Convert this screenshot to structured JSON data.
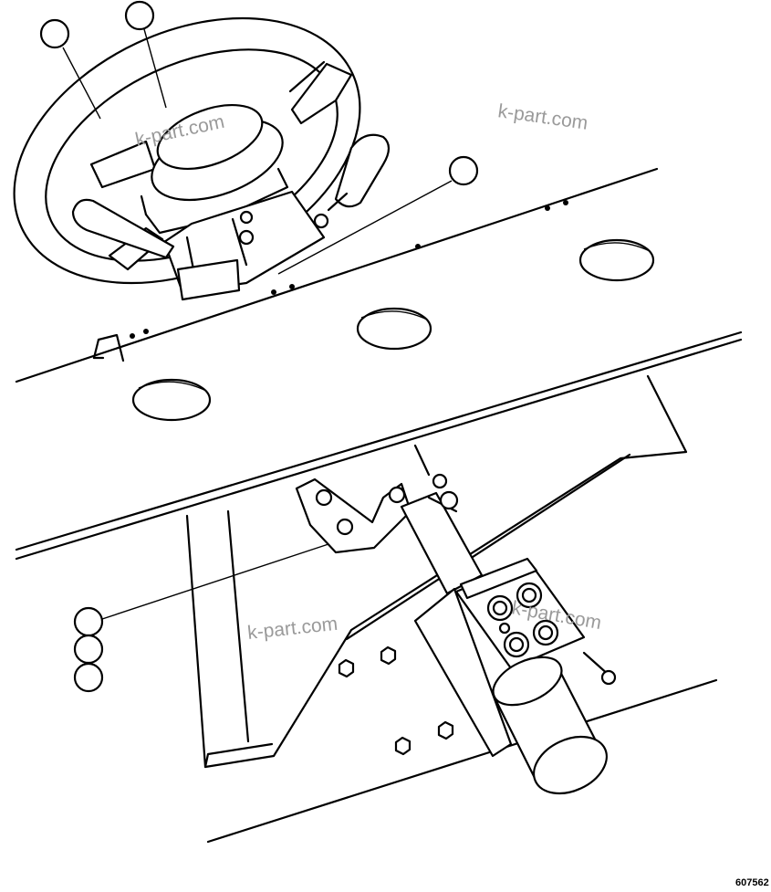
{
  "drawing": {
    "figure_code": "607562",
    "watermarks": [
      "k-part.com",
      "k-part.com",
      "k-part.com",
      "k-part.com"
    ],
    "callouts": [
      {
        "name": "callout-1",
        "label": ""
      },
      {
        "name": "callout-2",
        "label": ""
      },
      {
        "name": "callout-3",
        "label": ""
      },
      {
        "name": "callout-4",
        "label": ""
      },
      {
        "name": "callout-5",
        "label": ""
      },
      {
        "name": "callout-6",
        "label": ""
      }
    ]
  }
}
